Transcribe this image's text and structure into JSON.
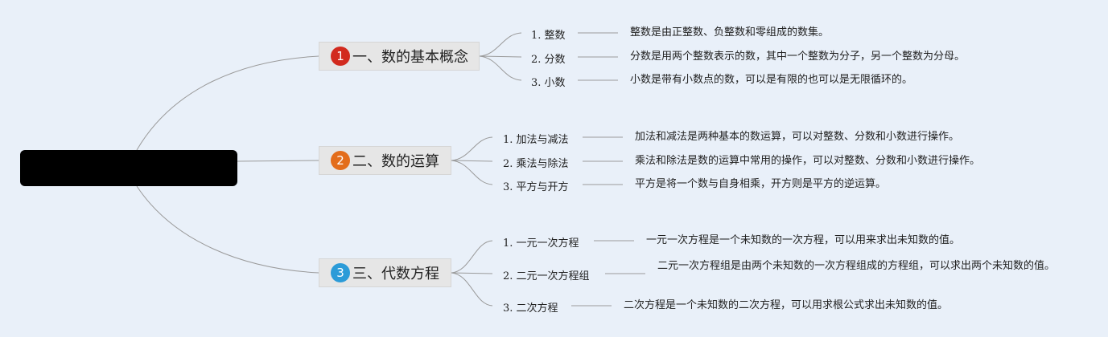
{
  "branches": [
    {
      "number": "1",
      "title": "一、数的基本概念",
      "color": "#d22a1e",
      "items": [
        {
          "label": "1. 整数",
          "description": "整数是由正整数、负整数和零组成的数集。"
        },
        {
          "label": "2. 分数",
          "description": "分数是用两个整数表示的数，其中一个整数为分子，另一个整数为分母。"
        },
        {
          "label": "3. 小数",
          "description": "小数是带有小数点的数，可以是有限的也可以是无限循环的。"
        }
      ]
    },
    {
      "number": "2",
      "title": "二、数的运算",
      "color": "#e36d1b",
      "items": [
        {
          "label": "1. 加法与减法",
          "description": "加法和减法是两种基本的数运算，可以对整数、分数和小数进行操作。"
        },
        {
          "label": "2. 乘法与除法",
          "description": "乘法和除法是数的运算中常用的操作，可以对整数、分数和小数进行操作。"
        },
        {
          "label": "3. 平方与开方",
          "description": "平方是将一个数与自身相乘，开方则是平方的逆运算。"
        }
      ]
    },
    {
      "number": "3",
      "title": "三、代数方程",
      "color": "#2b9bd8",
      "items": [
        {
          "label": "1. 一元一次方程",
          "description": "一元一次方程是一个未知数的一次方程，可以用来求出未知数的值。"
        },
        {
          "label": "2. 二元一次方程组",
          "description": "二元一次方程组是由两个未知数的一次方程组成的方程组，可以求出两个未知数的值。"
        },
        {
          "label": "3. 二次方程",
          "description": "二次方程是一个未知数的二次方程，可以用求根公式求出未知数的值。"
        }
      ]
    }
  ]
}
